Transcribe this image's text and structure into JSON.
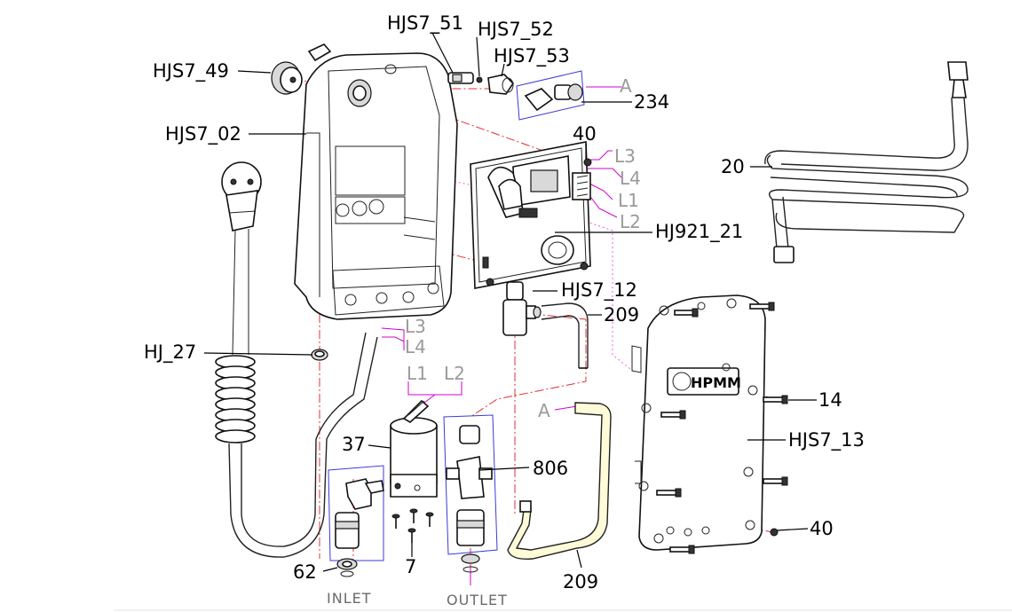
{
  "callouts": {
    "hjs7_51": "HJS7_51",
    "hjs7_52": "HJS7_52",
    "hjs7_53": "HJS7_53",
    "hjs7_49": "HJS7_49",
    "n234": "234",
    "hjs7_02": "HJS7_02",
    "n40_top": "40",
    "n20": "20",
    "hj921_21": "HJ921_21",
    "hjs7_12": "HJS7_12",
    "n209_top": "209",
    "hj_27": "HJ_27",
    "n14": "14",
    "hjs7_13": "HJS7_13",
    "n37": "37",
    "n806": "806",
    "n40_bottom": "40",
    "n62": "62",
    "n7": "7",
    "n209_bottom": "209"
  },
  "wire_labels": {
    "l3_board": "L3",
    "l4_board": "L4",
    "l1_board": "L1",
    "l2_board": "L2",
    "l3_cable": "L3",
    "l4_cable": "L4",
    "l1_valve": "L1",
    "l2_valve": "L2"
  },
  "markers": {
    "a_top": "A",
    "a_bottom": "A"
  },
  "ports": {
    "inlet": "INLET",
    "outlet": "OUTLET"
  },
  "brand": {
    "logo_text": "HPMM"
  },
  "colors": {
    "centerline": "#e03030",
    "wire_connection": "#d000d0",
    "subassembly_box": "#3a3ad8",
    "hose_fill": "#fffbd8"
  }
}
